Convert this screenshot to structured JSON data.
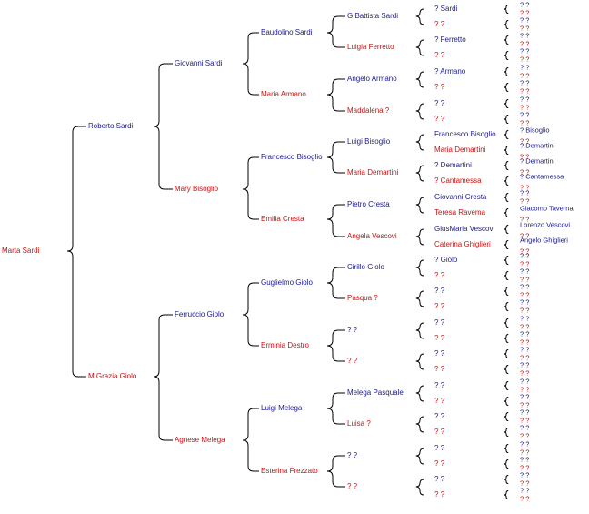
{
  "colors": {
    "male": "#1a1a8c",
    "female": "#cc1111",
    "line": "#000000"
  },
  "gen0": [
    "Marta Sardi"
  ],
  "gen1": [
    "Roberto Sardi",
    "M.Grazia Giolo"
  ],
  "gen2": [
    "Giovanni Sardi",
    "Mary Bisoglio",
    "Ferruccio Giolo",
    "Agnese Melega"
  ],
  "gen3": [
    "Baudolino Sardi",
    "Maria Armano",
    "Francesco Bisoglio",
    "Emilia Cresta",
    "Guglielmo Giolo",
    "Erminia Destro",
    "Luigi Melega",
    "Esterina Frezzato"
  ],
  "gen4": [
    "G.Battista Sardi",
    "Luigia Ferretto",
    "Angelo Armano",
    "Maddalena ?",
    "Luigi Bisoglio",
    "Maria Demartini",
    "Pietro Cresta",
    "Angela Vescovi",
    "Cirillo Giolo",
    "Pasqua ?",
    "? ?",
    "? ?",
    "Melega Pasquale",
    "Luisa ?",
    "? ?",
    "? ?"
  ],
  "gen5": [
    "? Sardi",
    "? ?",
    "? Ferretto",
    "? ?",
    "? Armano",
    "? ?",
    "? ?",
    "? ?",
    "Francesco Bisoglio",
    "Maria Demartini",
    "? Demartini",
    "? Cantamessa",
    "Giovanni Cresta",
    "Teresa Ravema",
    "GiusMaria Vescovi",
    "Caterina Ghiglieri",
    "? Giolo",
    "? ?",
    "? ?",
    "? ?",
    "? ?",
    "? ?",
    "? ?",
    "? ?",
    "? ?",
    "? ?",
    "? ?",
    "? ?",
    "? ?",
    "? ?",
    "? ?",
    "? ?"
  ],
  "gen6_named": [
    {
      "slot": 16,
      "label": "? Bisoglio"
    },
    {
      "slot": 18,
      "label": "? Demartini"
    },
    {
      "slot": 20,
      "label": "? Demartini"
    },
    {
      "slot": 22,
      "label": "? Cantamessa"
    },
    {
      "slot": 26,
      "label": "Giacomo Taverna"
    },
    {
      "slot": 28,
      "label": "Lorenzo Vescovi"
    },
    {
      "slot": 30,
      "label": "Angelo Ghiglieri"
    }
  ],
  "gen6_default": "? ?"
}
